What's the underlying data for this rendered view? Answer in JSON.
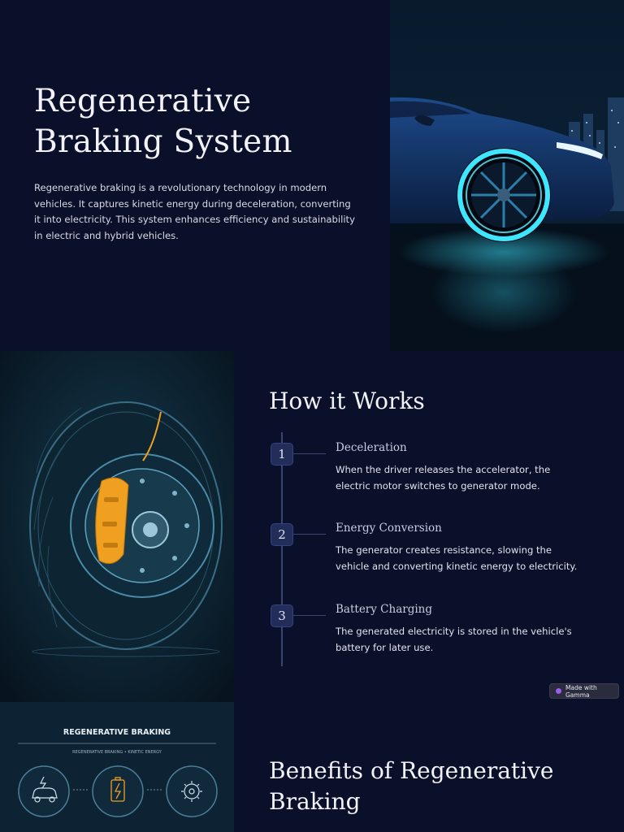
{
  "hero": {
    "title": "Regenerative Braking System",
    "intro": "Regenerative braking is a revolutionary technology in modern vehicles. It captures kinetic energy during deceleration, converting it into electricity. This system enhances efficiency and sustainability in electric and hybrid vehicles."
  },
  "how": {
    "heading": "How it Works",
    "steps": [
      {
        "num": "1",
        "title": "Deceleration",
        "desc": "When the driver releases the accelerator, the electric motor switches to generator mode."
      },
      {
        "num": "2",
        "title": "Energy Conversion",
        "desc": "The generator creates resistance, slowing the vehicle and converting kinetic energy to electricity."
      },
      {
        "num": "3",
        "title": "Battery Charging",
        "desc": "The generated electricity is stored in the vehicle's battery for later use."
      }
    ]
  },
  "badge": {
    "label": "Made with Gamma"
  },
  "benefits": {
    "heading": "Benefits of Regenerative Braking"
  },
  "infographic": {
    "title": "REGENERATIVE BRAKING",
    "subtitle": "REGENERATIVE BRAKING • KINETIC ENERGY"
  },
  "colors": {
    "background": "#0a0f2a",
    "accent_cyan": "#3ee6ff",
    "caliper": "#f0a020",
    "badge_dot": "#9b5cf0"
  }
}
